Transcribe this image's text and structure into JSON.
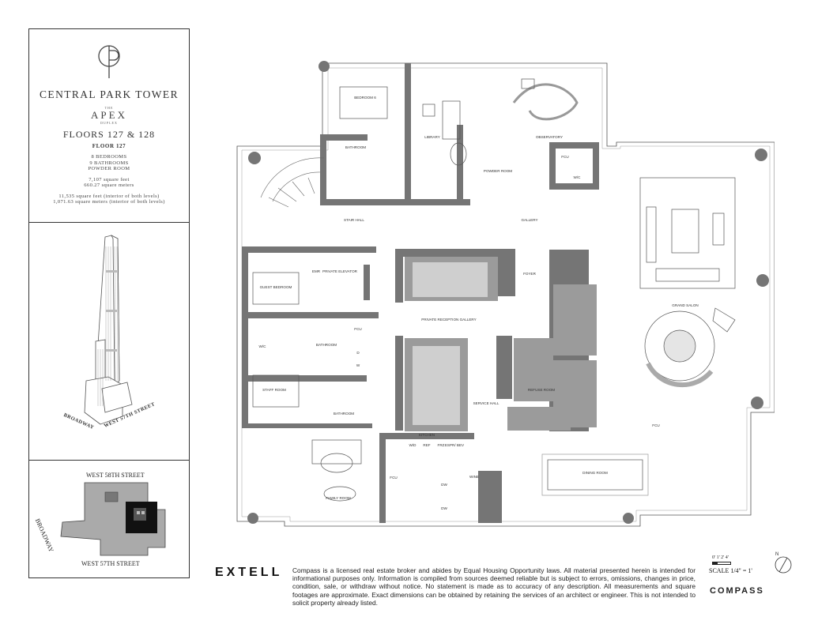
{
  "listing": {
    "building": "CENTRAL PARK TOWER",
    "the": "THE",
    "apex": "APEX",
    "duplex": "DUPLEX",
    "floors": "FLOORS 127 & 128",
    "floor_label": "FLOOR 127",
    "bedrooms": "8 BEDROOMS",
    "bathrooms": "9 BATHROOMS",
    "powder": "POWDER ROOM",
    "sqft": "7,107 square feet",
    "sqm": "660.27 square meters",
    "sqft_both": "11,535 square feet (interior of both levels)",
    "sqm_both": "1,071.63 square meters (interior of both levels)"
  },
  "tower": {
    "street_a": "BROADWAY",
    "street_b": "WEST 57TH STREET"
  },
  "site": {
    "north": "WEST 58TH STREET",
    "south": "WEST 57TH STREET",
    "west": "BROADWAY"
  },
  "rooms": {
    "bedroom6": "BEDROOM 6",
    "library": "LIBRARY",
    "observatory": "OBSERVATORY",
    "bathroom": "BATHROOM",
    "fcu": "FCU",
    "powder_room": "POWDER ROOM",
    "wic": "W/C",
    "stair_hall": "STAIR HALL",
    "gallery": "GALLERY",
    "grand_salon": "GRAND SALON",
    "guest_bedroom": "GUEST BEDROOM",
    "private_elevator": "PRIVATE ELEVATOR",
    "emr": "EMR",
    "foyer": "FOYER",
    "private_reception": "PRIVATE RECEPTION GALLERY",
    "staff_room": "STAFF ROOM",
    "refuse_room": "REFUSE ROOM",
    "service_hall": "SERVICE HALL",
    "kitchen": "KITCHEN",
    "family_room": "FAMILY ROOM",
    "dining_room": "DINING ROOM",
    "wine": "WINE",
    "dw": "DW",
    "wd": "W/D",
    "d": "D",
    "w": "W",
    "ref": "REF",
    "frz": "FRZ",
    "espr": "ESPR/ BEV"
  },
  "footer": {
    "developer": "EXTELL",
    "disclaimer": "Compass is a licensed real estate broker and abides by Equal Housing Opportunity laws. All material presented herein is intended for informational purposes only. Information is compiled from sources deemed reliable but is subject to errors, omissions, changes in price, condition, sale, or withdraw without notice. No statement is made as to accuracy of any description. All measurements and square footages are approximate. Exact dimensions can be obtained by retaining the services of an architect or engineer. This is not intended to solicit property already listed.",
    "scale_ticks": "0' 1' 2'   4'",
    "scale": "SCALE 1/4\" = 1'",
    "north": "N",
    "broker": "COMPASS"
  },
  "colors": {
    "wall": "#757575",
    "core": "#9b9b9b",
    "line": "#444444"
  }
}
